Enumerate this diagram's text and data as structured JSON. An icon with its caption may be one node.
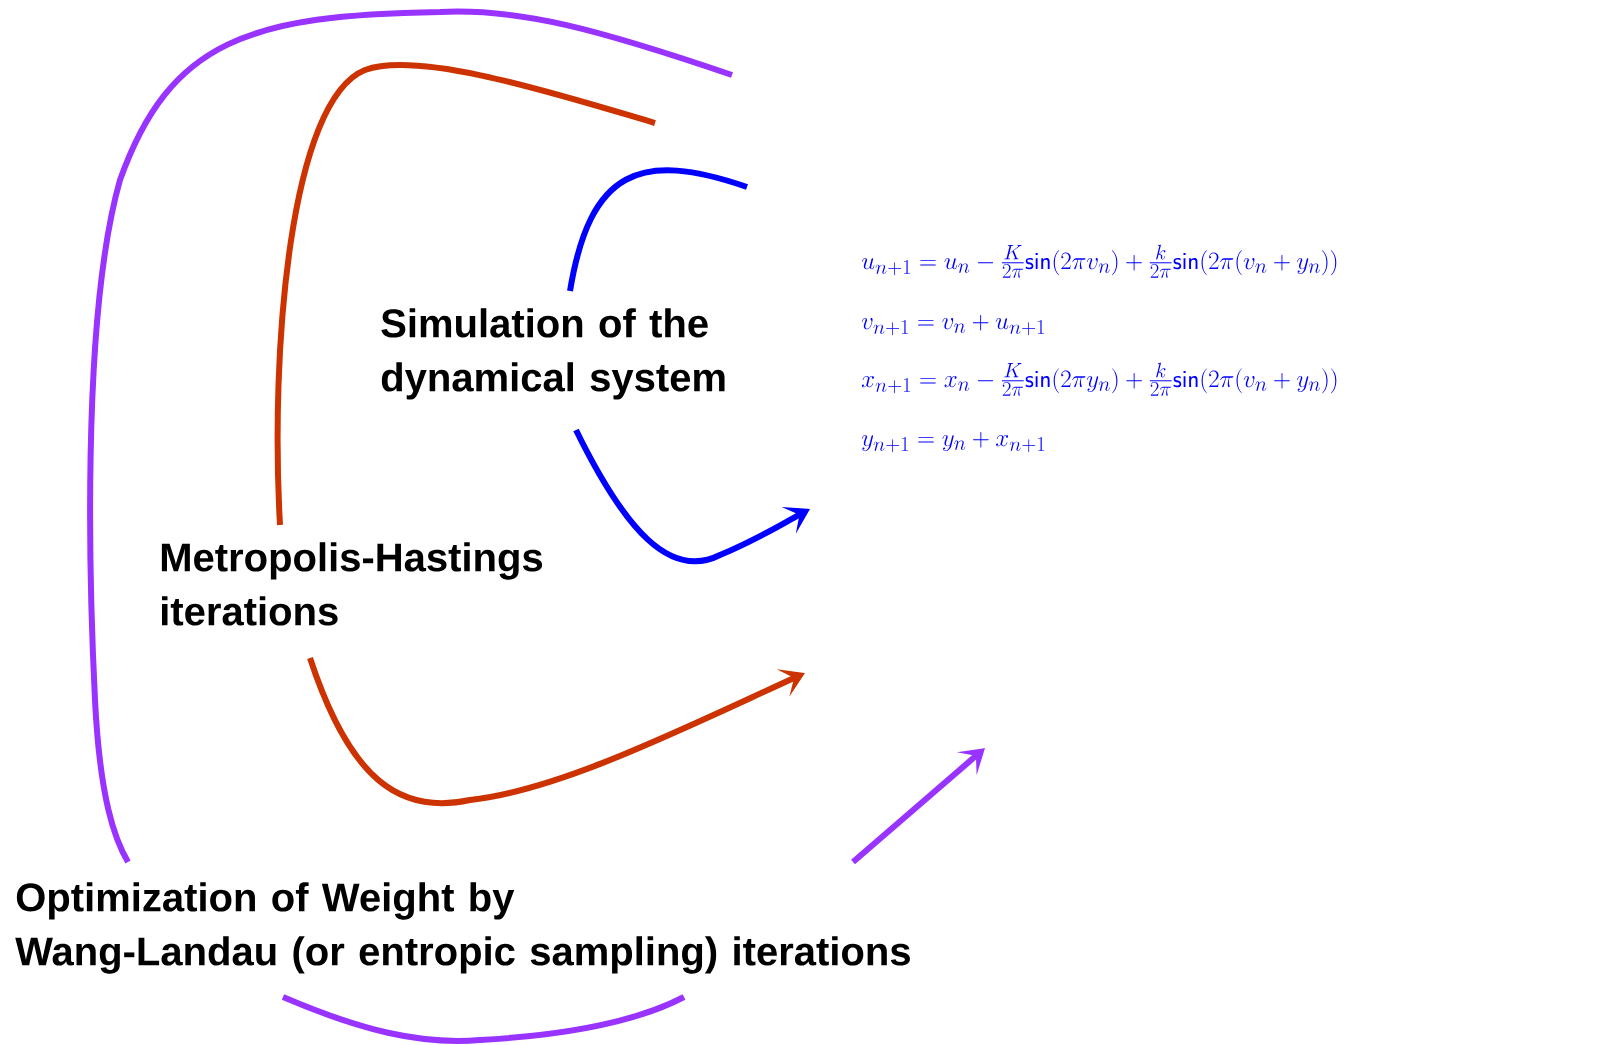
{
  "diagram": {
    "nodes": [
      {
        "text": [
          "Simulation of the dynamical system"
        ]
      },
      {
        "text": [
          "Metropolis-Hastings iterations"
        ]
      },
      {
        "text": [
          "Optimization of Weight by Wang-Landau (or entropic sampling) iterations"
        ]
      }
    ],
    "edges": [
      {
        "from": null,
        "to": 0,
        "arrow": "none",
        "color": "#0000ff"
      },
      {
        "from": 0,
        "to": null,
        "arrow": "to",
        "color": "#0000ff"
      },
      {
        "from": null,
        "to": 1,
        "arrow": "none",
        "color": "#cc3300"
      },
      {
        "from": 1,
        "to": null,
        "arrow": "to",
        "color": "#cc3300"
      },
      {
        "from": null,
        "to": 2,
        "arrow": "none",
        "color": "#9933ff"
      },
      {
        "from": 2,
        "to": 2,
        "arrow": "none",
        "color": "#9933ff"
      },
      {
        "from": 2,
        "to": null,
        "arrow": "to",
        "color": "#9933ff"
      }
    ],
    "labels": [
      "u_{n+1} = u_n - \\frac{K}{2\\pi}\\mathsf{sin}(2\\pi v_n) + \\frac{k}{2\\pi}\\mathsf{sin}(2\\pi(v_n + y_n))",
      "v_{n+1} = v_n + u_{n+1}",
      "x_{n+1} = x_n - \\frac{K}{2\\pi}\\mathsf{sin}(2\\pi y_n) + \\frac{k}{2\\pi}\\mathsf{sin}(2\\pi(v_n + y_n))",
      "y_{n+1} = y_n + x_{n+1}"
    ]
  }
}
